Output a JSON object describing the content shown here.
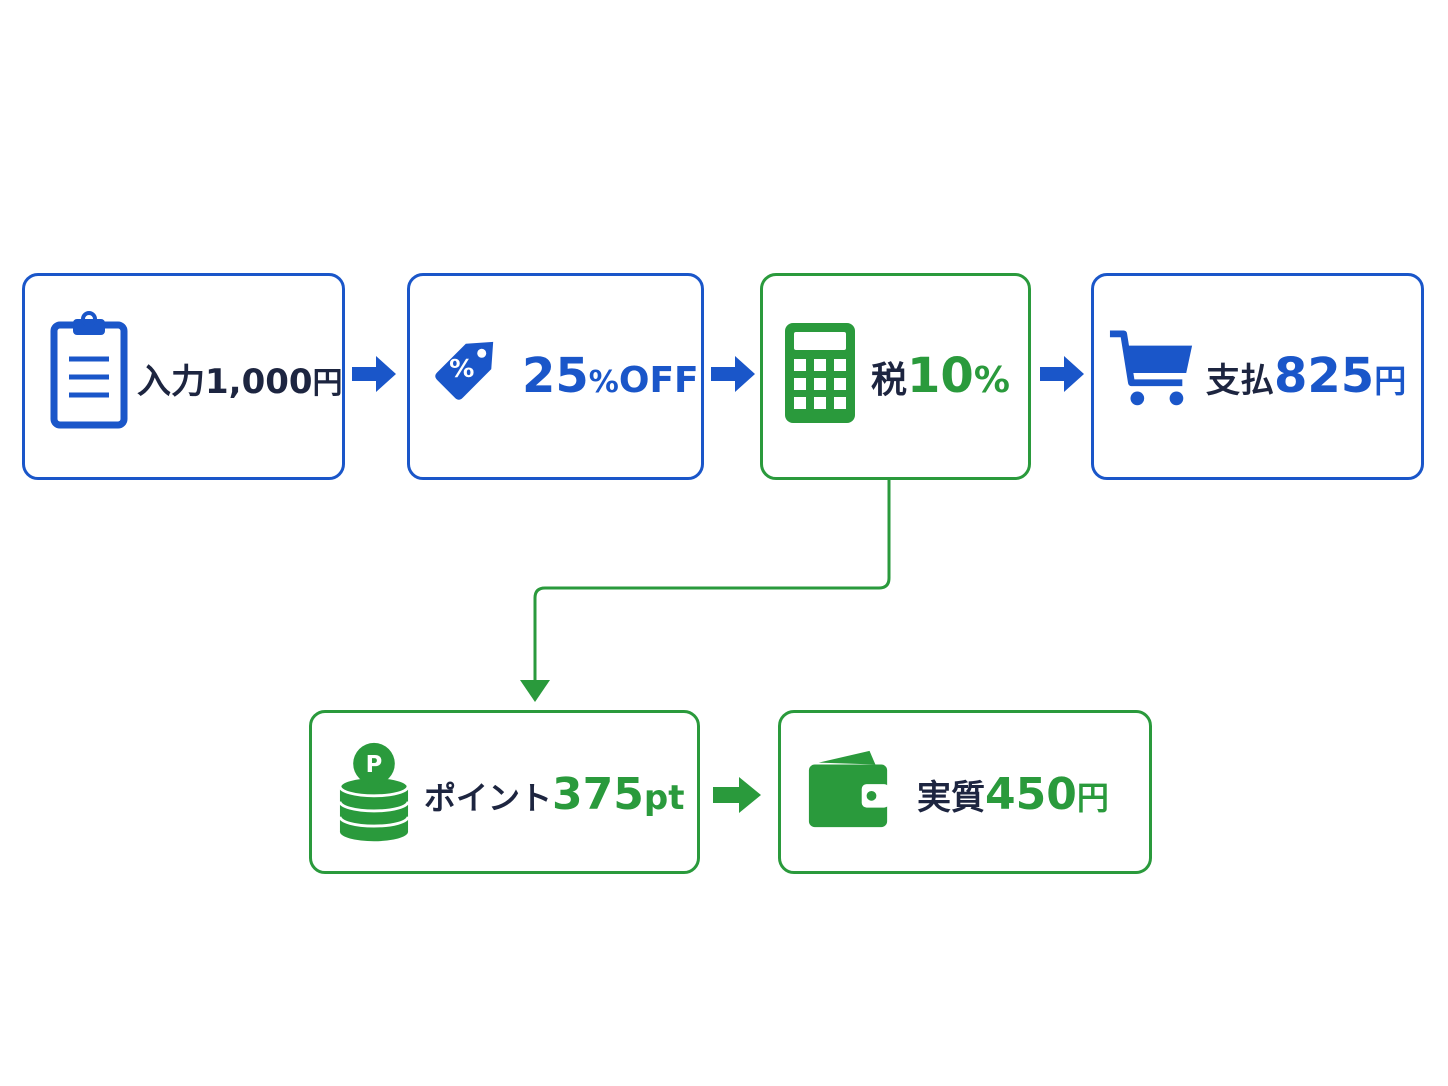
{
  "colors": {
    "blue": "#1a56c9",
    "green": "#2a9a3c",
    "text": "#1d2540"
  },
  "steps": [
    {
      "label_jp": "入力",
      "value": "1,000",
      "unit": "円",
      "icon": "clipboard-icon"
    },
    {
      "value": "25",
      "unit": "%",
      "suffix": "OFF",
      "icon": "price-tag-icon"
    },
    {
      "label_jp": "税",
      "value": "10",
      "unit": "%",
      "icon": "calculator-icon"
    },
    {
      "label_jp": "支払",
      "value": "825",
      "unit": "円",
      "icon": "shopping-cart-icon"
    },
    {
      "label_jp": "ポイント",
      "value": "375",
      "unit": "pt",
      "icon": "point-coins-icon",
      "coin_letter": "P"
    },
    {
      "label_jp": "実質",
      "value": "450",
      "unit": "円",
      "icon": "wallet-icon"
    }
  ]
}
